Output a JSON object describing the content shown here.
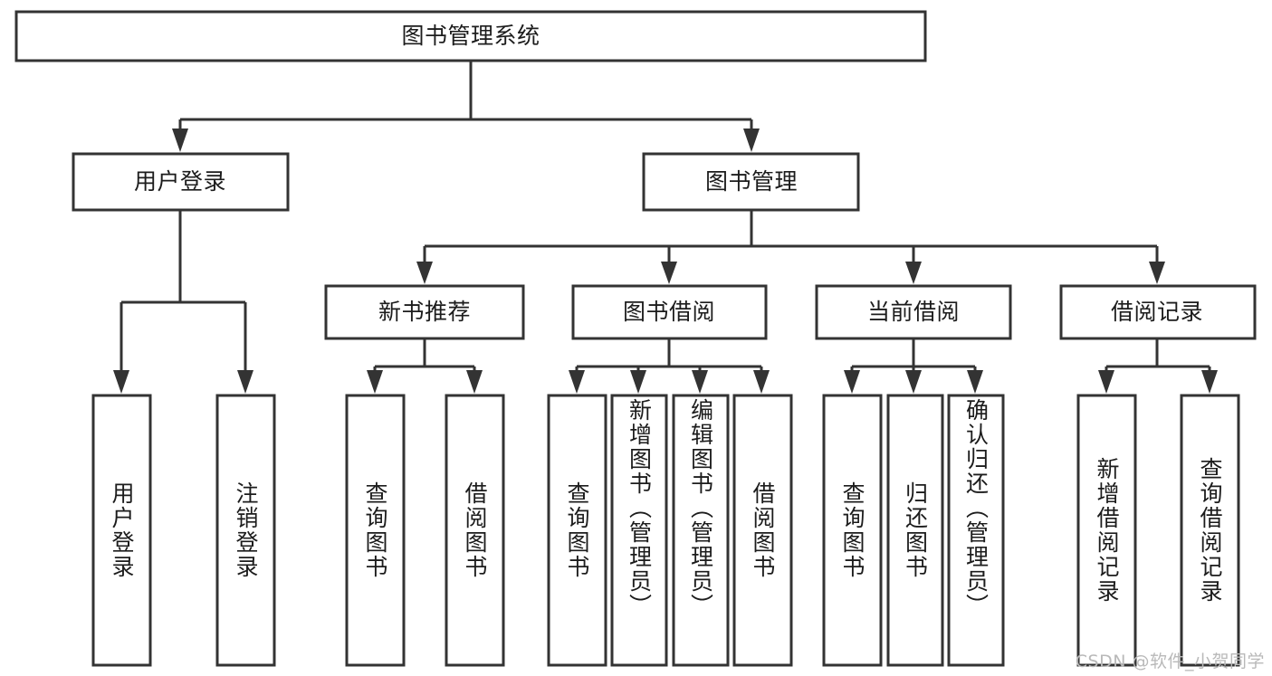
{
  "diagram": {
    "title": "图书管理系统",
    "watermark": "CSDN @软件_小贺同学",
    "colors": {
      "background": "#ffffff",
      "stroke": "#333333",
      "text": "#1c1c1c",
      "watermark": "#b9b9b9"
    },
    "root": {
      "label": "图书管理系统"
    },
    "level2": [
      {
        "label": "用户登录"
      },
      {
        "label": "图书管理"
      }
    ],
    "level3": [
      {
        "label": "新书推荐"
      },
      {
        "label": "图书借阅"
      },
      {
        "label": "当前借阅"
      },
      {
        "label": "借阅记录"
      }
    ],
    "leaves": [
      {
        "label": "用户登录",
        "parent": "用户登录"
      },
      {
        "label": "注销登录",
        "parent": "用户登录"
      },
      {
        "label": "查询图书",
        "parent": "新书推荐"
      },
      {
        "label": "借阅图书",
        "parent": "新书推荐"
      },
      {
        "label": "查询图书",
        "parent": "图书借阅"
      },
      {
        "label": "新增图书（管理员）",
        "parent": "图书借阅"
      },
      {
        "label": "编辑图书（管理员）",
        "parent": "图书借阅"
      },
      {
        "label": "借阅图书",
        "parent": "图书借阅"
      },
      {
        "label": "查询图书",
        "parent": "当前借阅"
      },
      {
        "label": "归还图书",
        "parent": "当前借阅"
      },
      {
        "label": "确认归还（管理员）",
        "parent": "当前借阅"
      },
      {
        "label": "新增借阅记录",
        "parent": "借阅记录"
      },
      {
        "label": "查询借阅记录",
        "parent": "借阅记录"
      }
    ]
  }
}
